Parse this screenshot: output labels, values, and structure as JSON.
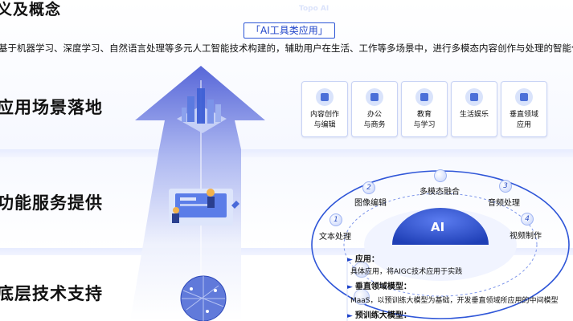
{
  "header": {
    "title": "义及概念",
    "category": "「AI工具类应用」",
    "description": "基于机器学习、深度学习、自然语言处理等多元人工智能技术构建的，辅助用户在生活、工作等多场景中，进行多模态内容创作与处理的智能化工具",
    "watermark": "Topo AI"
  },
  "sections": {
    "scenes_title": "应用场景落地",
    "services_title": "功能服务提供",
    "tech_title": "底层技术支持"
  },
  "scenes": [
    {
      "l1": "内容创作",
      "l2": "与编辑",
      "icon": "edit-icon"
    },
    {
      "l1": "办公",
      "l2": "与商务",
      "icon": "briefcase-icon"
    },
    {
      "l1": "教育",
      "l2": "与学习",
      "icon": "book-icon"
    },
    {
      "l1": "生活娱乐",
      "l2": "",
      "icon": "music-icon"
    },
    {
      "l1": "垂直领域",
      "l2": "应用",
      "icon": "layers-icon"
    }
  ],
  "services": {
    "center": "AI",
    "items": [
      {
        "num": "1",
        "label": "文本处理"
      },
      {
        "num": "2",
        "label": "图像编辑"
      },
      {
        "num": "",
        "label": "多模态融合"
      },
      {
        "num": "3",
        "label": "音频处理"
      },
      {
        "num": "4",
        "label": "视频制作"
      }
    ]
  },
  "tech": [
    {
      "head": "应用：",
      "desc": "具体应用，将AIGC技术应用于实践"
    },
    {
      "head": "垂直领域模型：",
      "desc": "MaaS，以预训练大模型为基础，开发垂直领域所应用的中间模型"
    },
    {
      "head": "预训练大模型：",
      "desc": ""
    }
  ],
  "colors": {
    "accent": "#1f44c9",
    "arrow_top": "#4f5fd6",
    "ai_core": "#2a4dc8"
  }
}
